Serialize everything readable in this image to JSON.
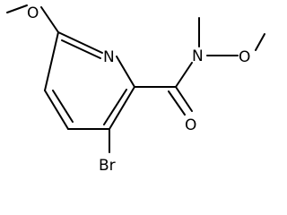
{
  "molecule": {
    "atoms": {
      "pyridine_n": "N",
      "amide_n": "N",
      "carbonyl_o": "O",
      "methoxy_o_ring": "O",
      "methoxy_o_amide": "O",
      "bromine": "Br"
    }
  },
  "colors": {
    "bond": "#000000",
    "label": "#000000",
    "background": "#ffffff"
  }
}
